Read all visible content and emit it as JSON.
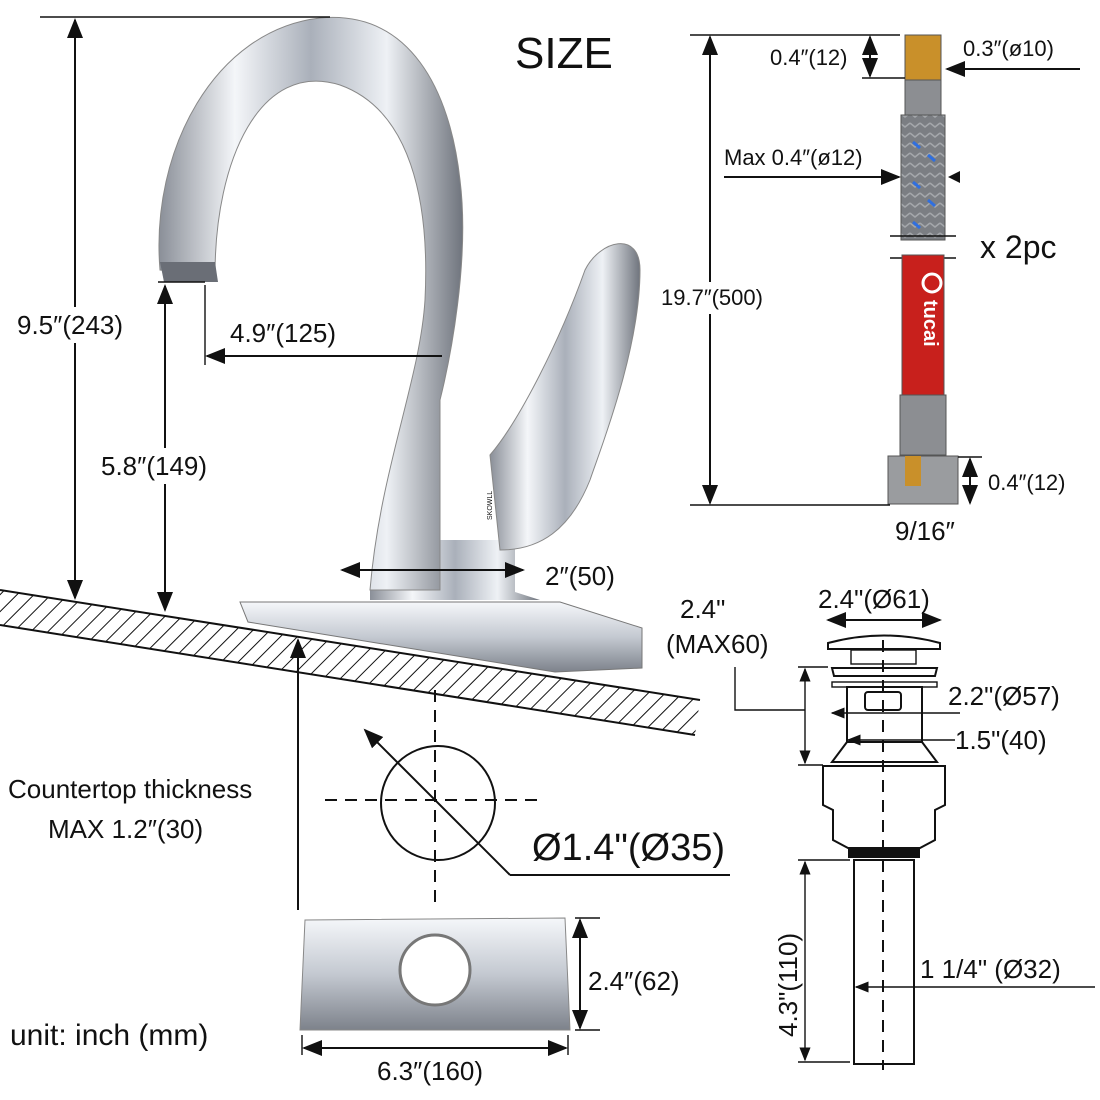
{
  "title": "SIZE",
  "unit_note": "unit: inch (mm)",
  "faucet": {
    "total_height": "9.5″(243)",
    "spout_reach": "4.9″(125)",
    "spout_height": "5.8″(149)",
    "base_width": "2″(50)",
    "brand_mark": "SKOWLL"
  },
  "countertop": {
    "label_line1": "Countertop thickness",
    "label_line2": "MAX 1.2″(30)"
  },
  "hole": {
    "diameter": "Ø1.4\"(Ø35)"
  },
  "deck_plate": {
    "depth": "2.4″(62)",
    "width": "6.3″(160)"
  },
  "hose": {
    "top_fitting_length": "0.4″(12)",
    "top_fitting_diameter": "0.3″(ø10)",
    "hose_diameter": "Max 0.4″(ø12)",
    "length": "19.7″(500)",
    "quantity": "x 2pc",
    "bottom_nut_length": "0.4″(12)",
    "bottom_nut_thread": "9/16″",
    "brand_logo": "tucai"
  },
  "drain": {
    "cap_diameter": "2.4\"(Ø61)",
    "body_height_line1": "2.4\"",
    "body_height_line2": "(MAX60)",
    "flange_diameter": "2.2\"(Ø57)",
    "body_diameter": "1.5\"(40)",
    "tail_length": "4.3\"(110)",
    "tail_diameter": "1 1/4\" (Ø32)"
  },
  "colors": {
    "hose_red": "#c8201c",
    "brass": "#c9902a",
    "chrome": "#c8ccd4"
  }
}
